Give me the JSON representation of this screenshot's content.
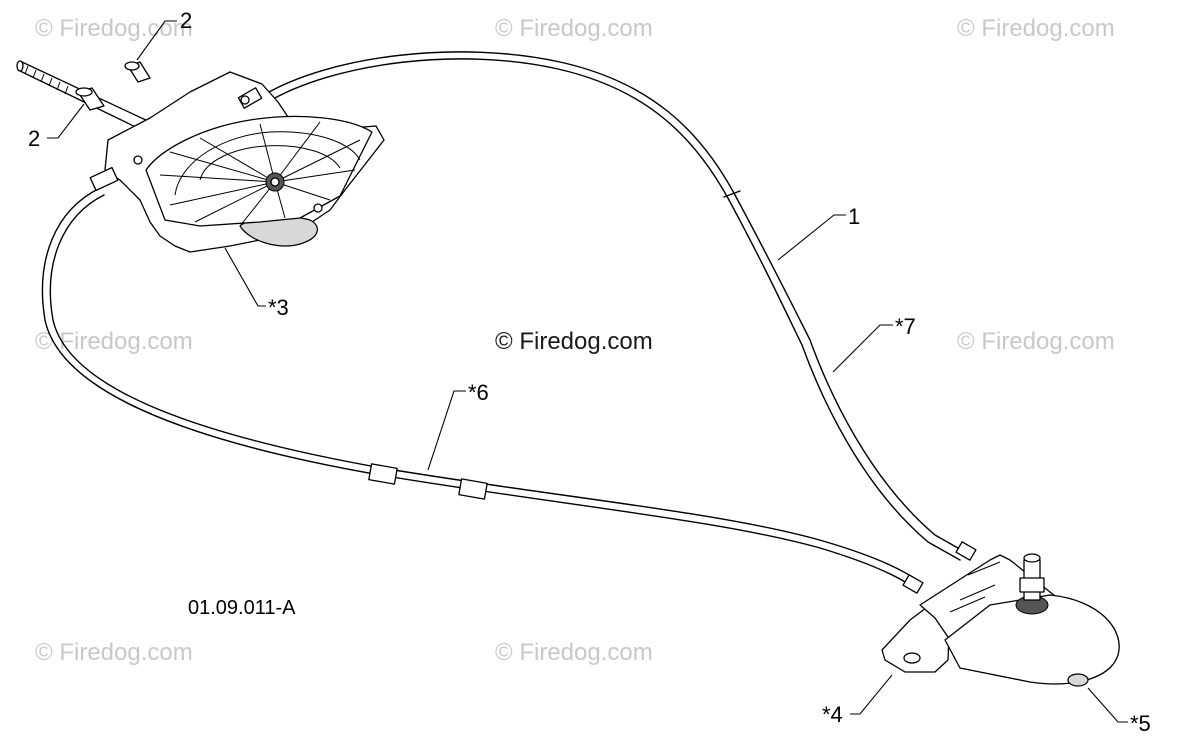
{
  "watermarks": {
    "brand": "© Firedog.com",
    "center": "© Firedog.com"
  },
  "figure_code": "01.09.011-A",
  "callouts": {
    "c1": "1",
    "c2a": "2",
    "c2b": "2",
    "c3": "*3",
    "c4": "*4",
    "c5": "*5",
    "c6": "*6",
    "c7": "*7"
  }
}
